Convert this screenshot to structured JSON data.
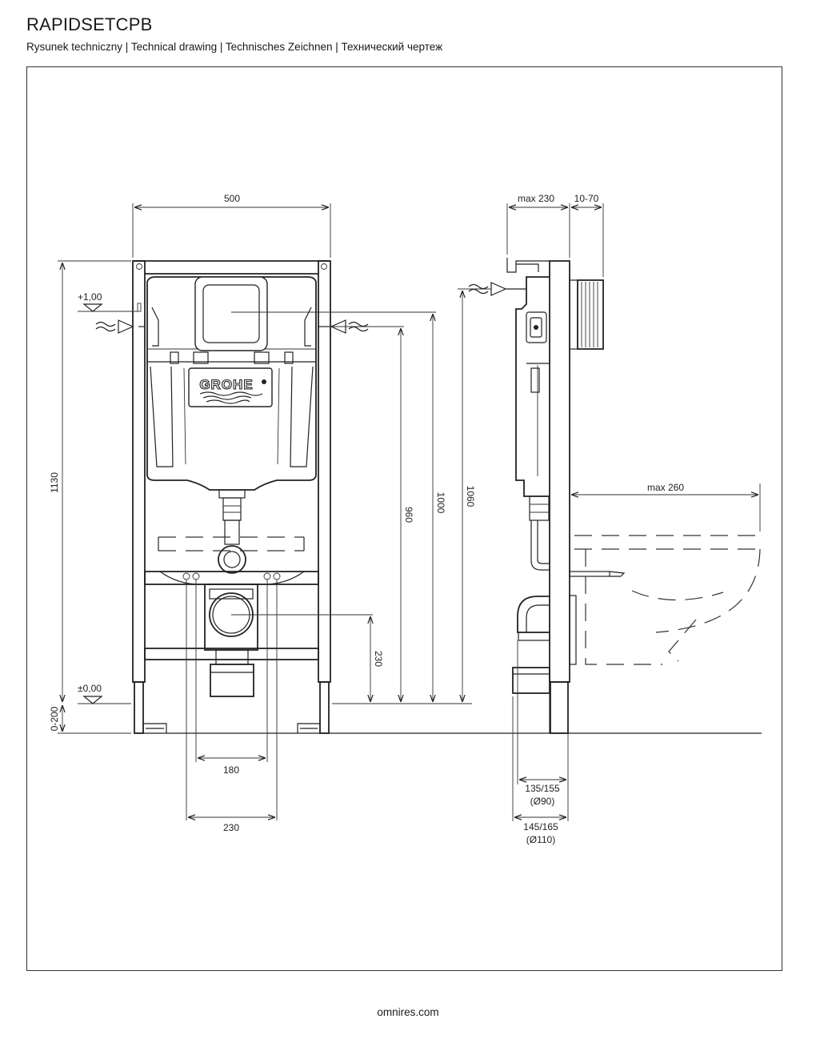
{
  "header": {
    "title": "RAPIDSETCPB",
    "subtitle": "Rysunek techniczny | Technical drawing | Technisches Zeichnen | Технический чертеж"
  },
  "footer": {
    "website": "omnires.com"
  },
  "logo_text": "GROHE",
  "front_view": {
    "width": "500",
    "height_total": "1130",
    "level_top": "+1,00",
    "level_zero": "±0,00",
    "floor_adjust": "0-200",
    "dim_960": "960",
    "dim_1000": "1000",
    "dim_230_vertical": "230",
    "dim_180": "180",
    "dim_230_horizontal": "230"
  },
  "side_view": {
    "max_depth": "max 230",
    "wall_offset": "10-70",
    "dim_1060": "1060",
    "bowl_projection": "max 260",
    "pipe_90": "135/155",
    "pipe_90_diameter": "(Ø90)",
    "pipe_110": "145/165",
    "pipe_110_diameter": "(Ø110)"
  }
}
